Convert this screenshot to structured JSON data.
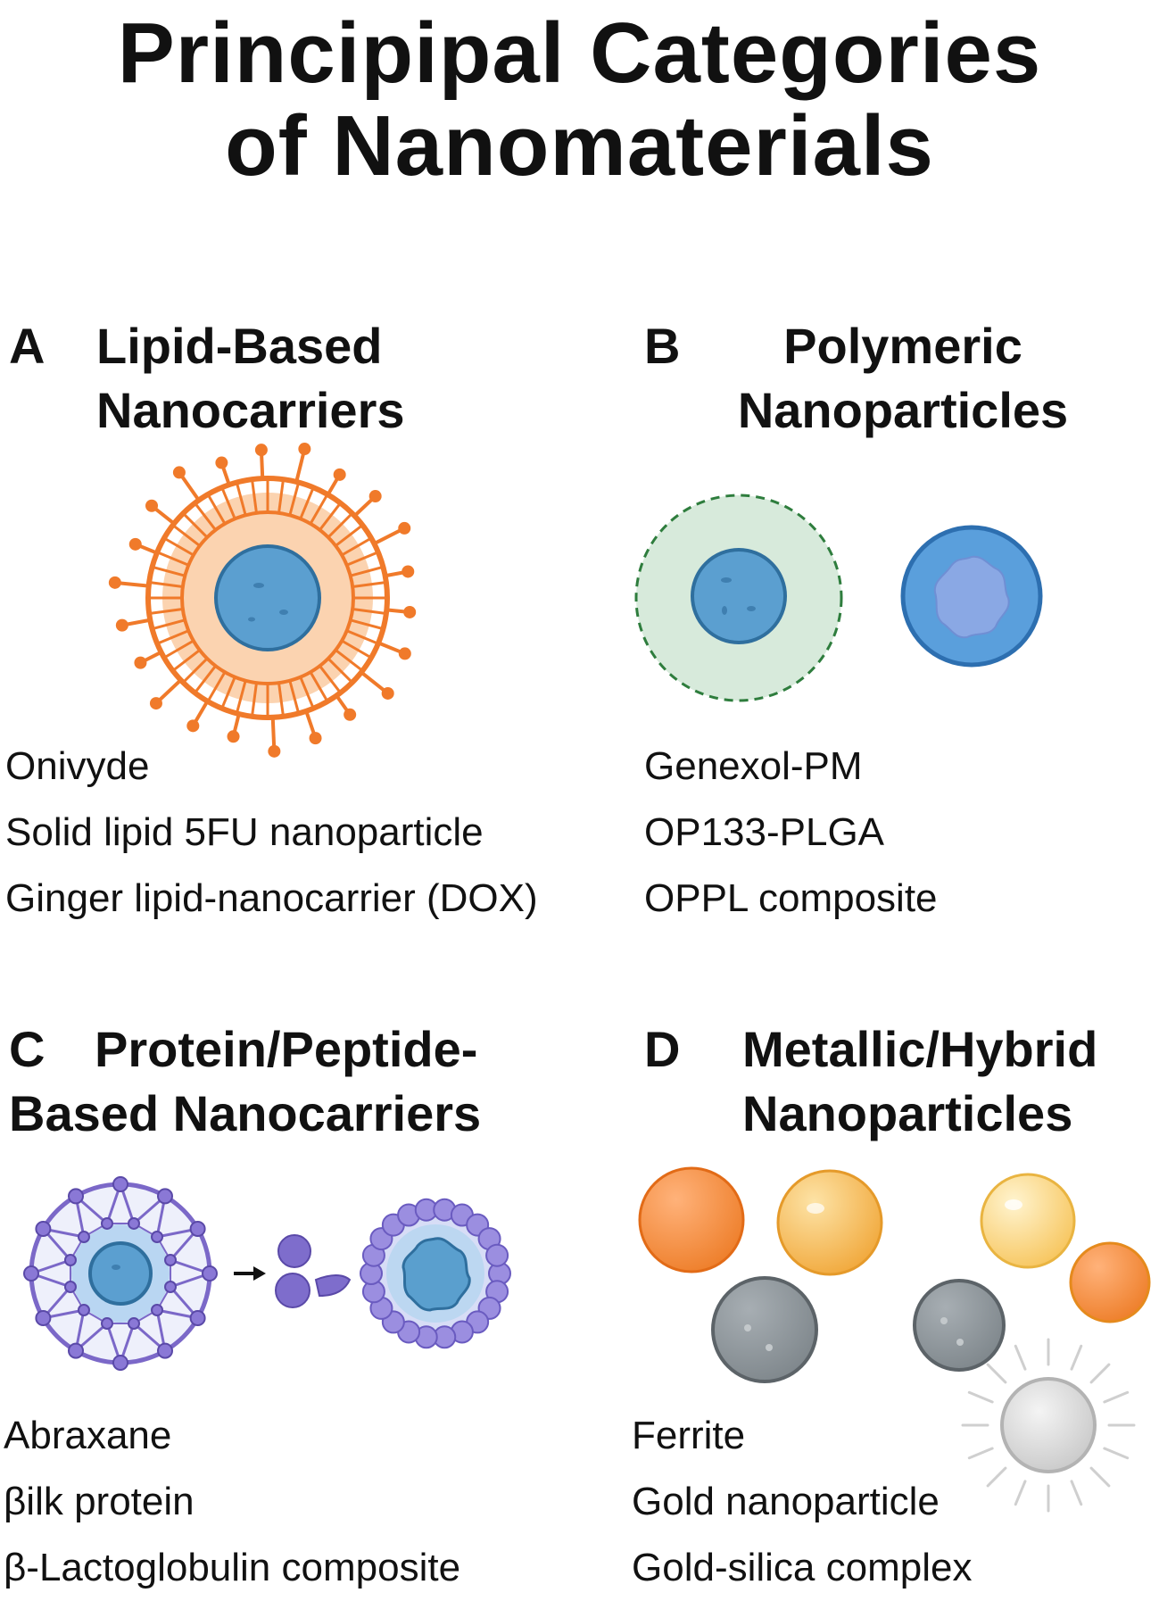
{
  "title": {
    "line1": "Principipal Categories",
    "line2": "of Nanomaterials"
  },
  "panels": [
    {
      "letter": "A",
      "heading": [
        "Lipid-Based",
        "Nanocarriers"
      ],
      "items": [
        "Onivyde",
        "Solid lipid 5FU nanoparticle",
        "Ginger lipid-nanocarrier (DOX)"
      ]
    },
    {
      "letter": "B",
      "heading": [
        "Polymeric",
        "Nanoparticles"
      ],
      "items": [
        "Genexol-PM",
        "OP133-PLGA",
        "OPPL composite"
      ]
    },
    {
      "letter": "C",
      "heading": [
        "Protein/Peptide-",
        "Based Nanocarriers"
      ],
      "items": [
        "Abraxane",
        "βilk protein",
        "β-Lactoglobulin composite"
      ]
    },
    {
      "letter": "D",
      "heading": [
        "Metallic/Hybrid",
        "Nanoparticles"
      ],
      "items": [
        "Ferrite",
        "Gold nanoparticle",
        "Gold-silica complex"
      ]
    }
  ],
  "colors": {
    "lipid_orange": "#f07a2a",
    "lipid_fill": "#fbd0ad",
    "core_blue": "#5b9fcf",
    "polymer_green": "#d6e9da",
    "polymer_border": "#2e7d3d",
    "protein_purple": "#7b68c8",
    "gold": "#f4b94d",
    "silver": "#8c9498"
  }
}
